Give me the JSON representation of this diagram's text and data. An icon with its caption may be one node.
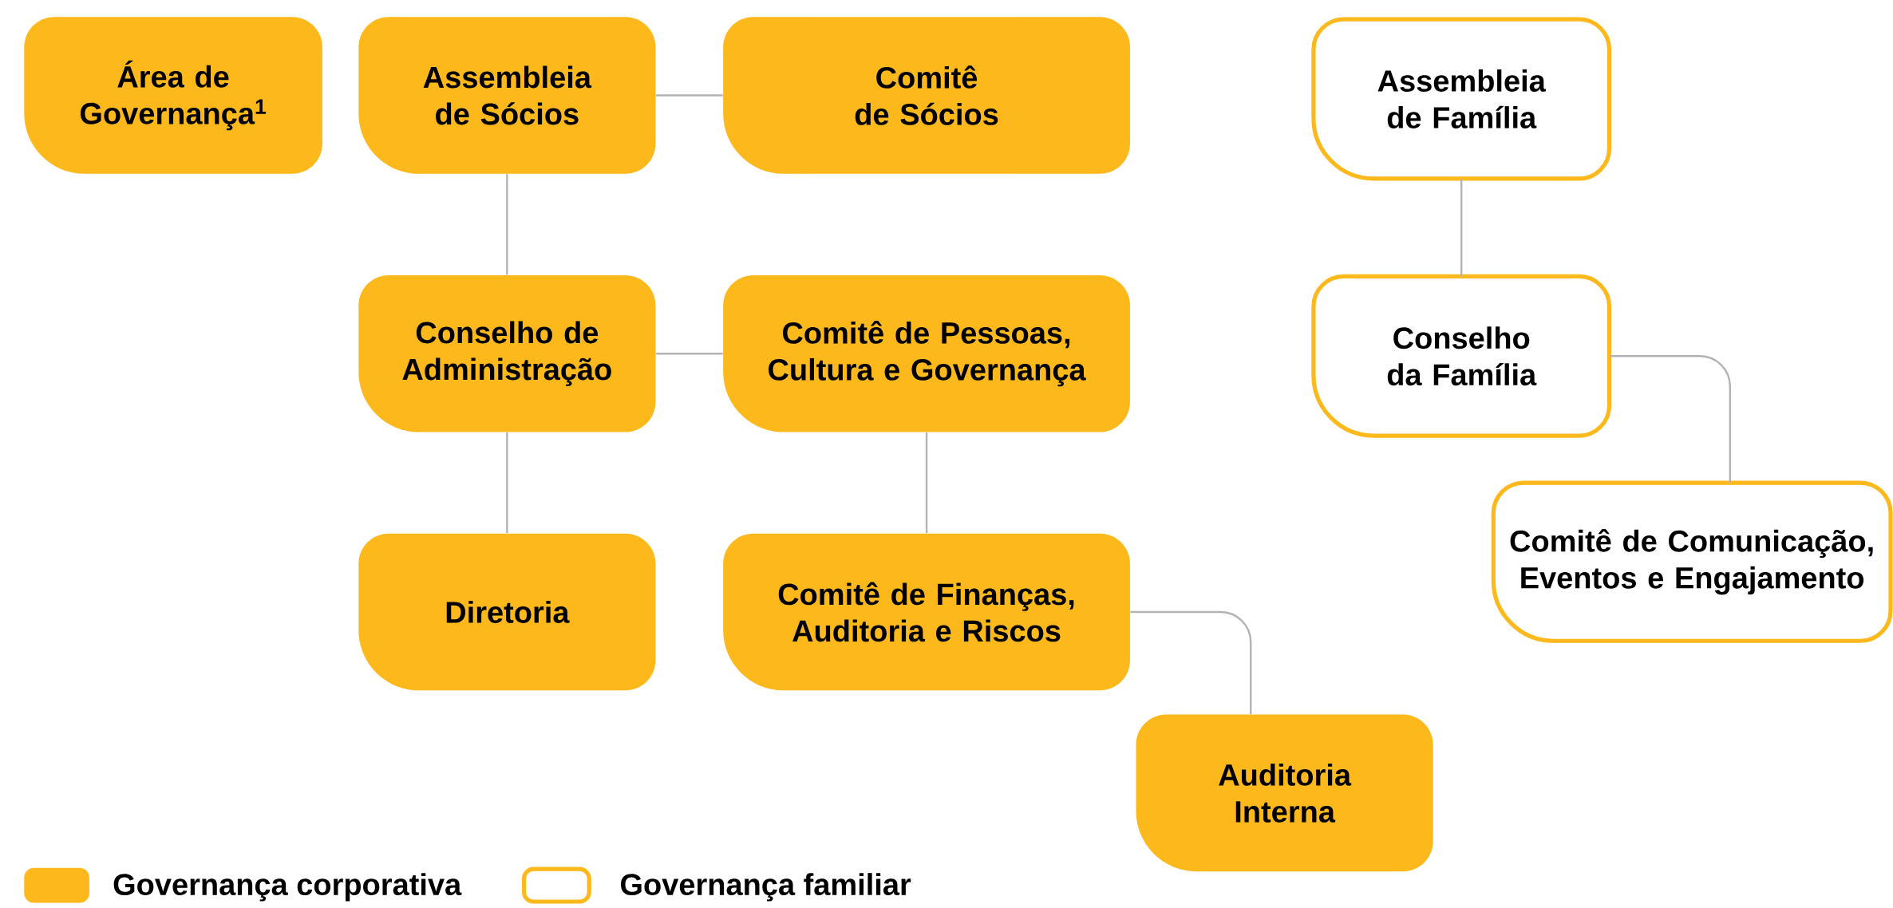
{
  "diagram": {
    "nodes": [
      {
        "text": [
          "Área de Governança$^{1}$"
        ]
      },
      {
        "text": [
          "Assembleia de Sócios"
        ]
      },
      {
        "text": [
          "Comitê de Sócios"
        ]
      },
      {
        "text": [
          "Assembleia de Família"
        ]
      },
      {
        "text": [
          "Conselho de Administração"
        ]
      },
      {
        "text": [
          "Comitê de Pessoas, Cultura e Governança"
        ]
      },
      {
        "text": [
          "Conselho da Família"
        ]
      },
      {
        "text": [
          "Comitê de Comunicação, Eventos e Engajamento"
        ]
      },
      {
        "text": [
          "Diretoria"
        ]
      },
      {
        "text": [
          "Comitê de Finanças, Auditoria e Riscos"
        ]
      },
      {
        "text": [
          "Auditoria Interna"
        ]
      }
    ],
    "edges": [
      {
        "from": 1,
        "to": 2,
        "arrow": "none"
      },
      {
        "from": 1,
        "to": 4,
        "arrow": "none"
      },
      {
        "from": 4,
        "to": 5,
        "arrow": "none"
      },
      {
        "from": 4,
        "to": 8,
        "arrow": "none"
      },
      {
        "from": 5,
        "to": 9,
        "arrow": "none"
      },
      {
        "from": 9,
        "to": 10,
        "arrow": "none"
      },
      {
        "from": 3,
        "to": 6,
        "arrow": "none"
      },
      {
        "from": 6,
        "to": 7,
        "arrow": "none"
      }
    ],
    "legend": [
      {
        "text": "Governança corporativa",
        "color": "#fdb81b"
      },
      {
        "text": "Governança familiar"
      }
    ]
  }
}
